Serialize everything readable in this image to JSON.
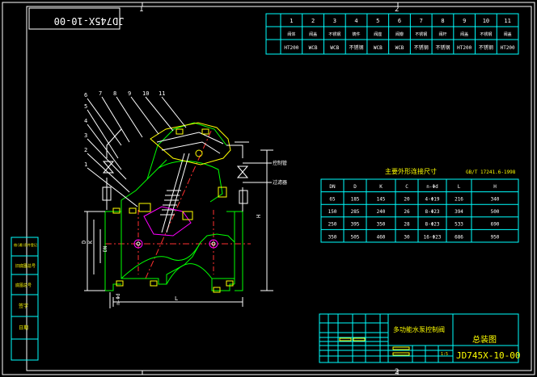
{
  "drawing_number_rotated": "JD745X-10-00",
  "zone_marks": {
    "top_1": "1",
    "top_2": "2",
    "bottom_2": "2"
  },
  "parts_table": {
    "numbers": [
      "1",
      "2",
      "3",
      "4",
      "5",
      "6",
      "7",
      "8",
      "9",
      "10",
      "11"
    ],
    "names": [
      "阀体",
      "阀盖",
      "不锈钢",
      "铸件",
      "阀座",
      "阀瓣",
      "不锈钢",
      "阀杆",
      "阀盖",
      "不锈钢",
      "阀盖"
    ],
    "materials": [
      "HT200",
      "WCB",
      "WCB",
      "不锈钢",
      "WCB",
      "WCB",
      "不锈钢",
      "不锈钢",
      "HT200",
      "不锈钢",
      "HT200"
    ]
  },
  "callouts": [
    "6",
    "7",
    "8",
    "9",
    "10",
    "11",
    "5",
    "4",
    "3",
    "2",
    "1"
  ],
  "side_labels": [
    "控制管",
    "过滤器"
  ],
  "dim_labels": {
    "D": "D",
    "K": "K",
    "DN": "DN",
    "H": "H",
    "L": "L",
    "nd": "n-Φd"
  },
  "dim_table": {
    "title": "主要外形连接尺寸",
    "standard": "GB/T 17241.6-1998",
    "headers": [
      "DN",
      "D",
      "K",
      "C",
      "n-Φd",
      "L",
      "H"
    ],
    "rows": [
      [
        "65",
        "185",
        "145",
        "20",
        "4-Φ19",
        "216",
        "340"
      ],
      [
        "150",
        "285",
        "240",
        "26",
        "8-Φ23",
        "394",
        "500"
      ],
      [
        "250",
        "395",
        "350",
        "28",
        "8-Φ23",
        "533",
        "690"
      ],
      [
        "350",
        "505",
        "460",
        "30",
        "16-Φ23",
        "686",
        "950"
      ]
    ]
  },
  "title_block": {
    "product_name": "多功能水泵控制阀",
    "drawing_type": "总装图",
    "drawing_number": "JD745X-10-00",
    "scale": "1:5",
    "left_labels": [
      "借(通)用件登记",
      "旧底图总号",
      "底图总号",
      "签字",
      "日期"
    ]
  },
  "colors": {
    "frame": "#ffffff",
    "table": "#00ffff",
    "body": "#00ff00",
    "text_yellow": "#ffff00",
    "centerline": "#ff3030"
  }
}
